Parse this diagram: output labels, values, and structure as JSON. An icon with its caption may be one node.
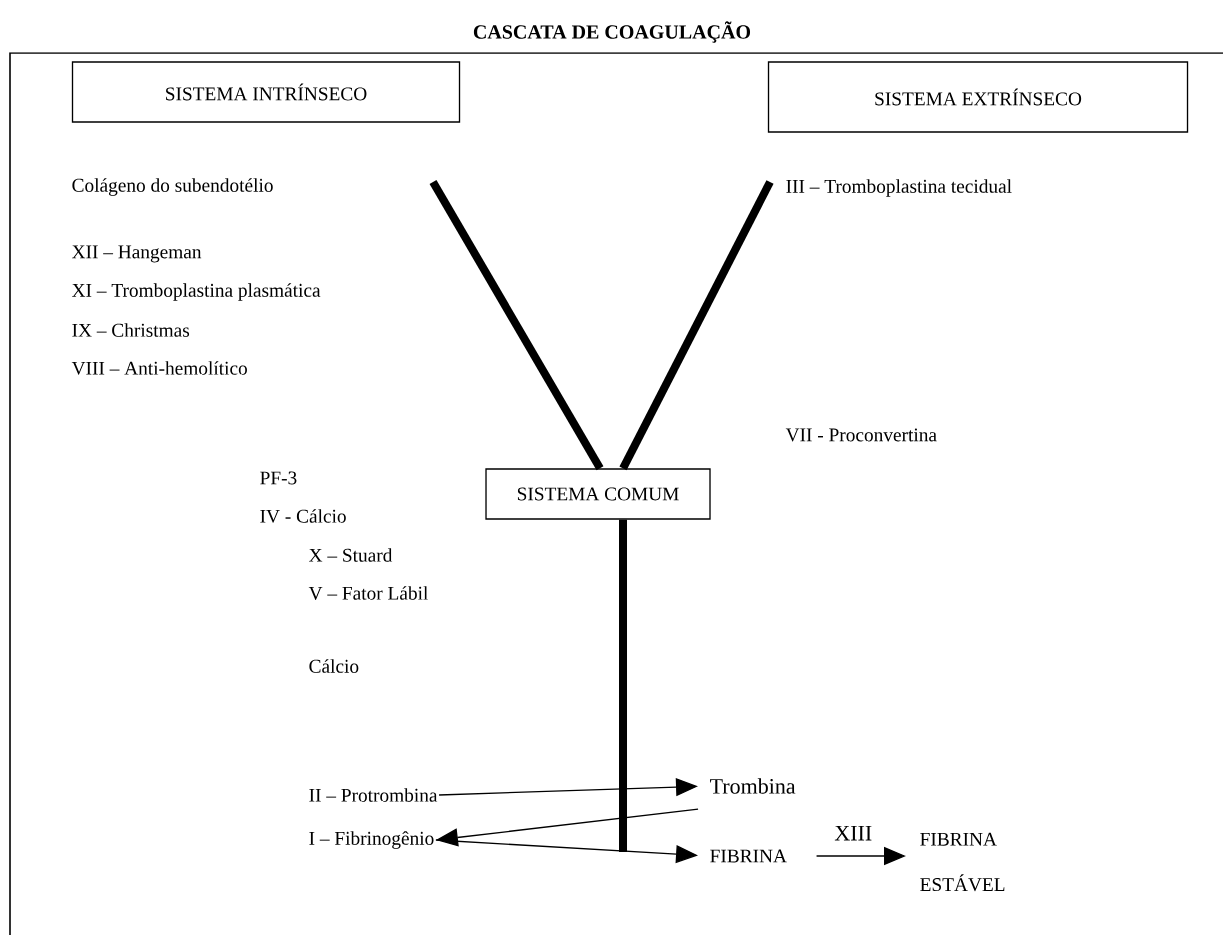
{
  "diagram": {
    "title": "CASCATA DE COAGULAÇÃO",
    "nodes": [
      {
        "text": [
          "SISTEMA INTRÍNSECO"
        ]
      },
      {
        "text": [
          "SISTEMA EXTRÍNSECO"
        ]
      },
      {
        "text": [
          "SISTEMA COMUM"
        ]
      },
      {
        "text": [
          "II – Protrombina"
        ]
      },
      {
        "text": [
          "Trombina"
        ]
      },
      {
        "text": [
          "I – Fibrinogênio"
        ]
      },
      {
        "text": [
          "FIBRINA"
        ]
      },
      {
        "text": [
          "FIBRINA ESTÁVEL"
        ]
      }
    ],
    "edges": [
      {
        "from": null,
        "to": 2,
        "arrow": "none",
        "style": "thick"
      },
      {
        "from": null,
        "to": 2,
        "arrow": "none",
        "style": "thick"
      },
      {
        "from": 2,
        "to": null,
        "arrow": "none",
        "style": "thick"
      },
      {
        "from": 3,
        "to": 4,
        "arrow": "to"
      },
      {
        "from": 4,
        "to": 5,
        "arrow": "to"
      },
      {
        "from": 5,
        "to": 6,
        "arrow": "to"
      },
      {
        "from": 6,
        "to": 7,
        "arrow": "to",
        "label": "XIII"
      }
    ],
    "labels": [
      "Colágeno do subendotélio",
      "XII – Hangeman",
      "XI – Tromboplastina plasmática",
      "IX – Christmas",
      "VIII – Anti-hemolítico",
      "III – Tromboplastina tecidual",
      "VII - Proconvertina",
      "PF-3",
      "IV - Cálcio",
      "X – Stuard",
      "V – Fator Lábil",
      "Cálcio"
    ]
  }
}
